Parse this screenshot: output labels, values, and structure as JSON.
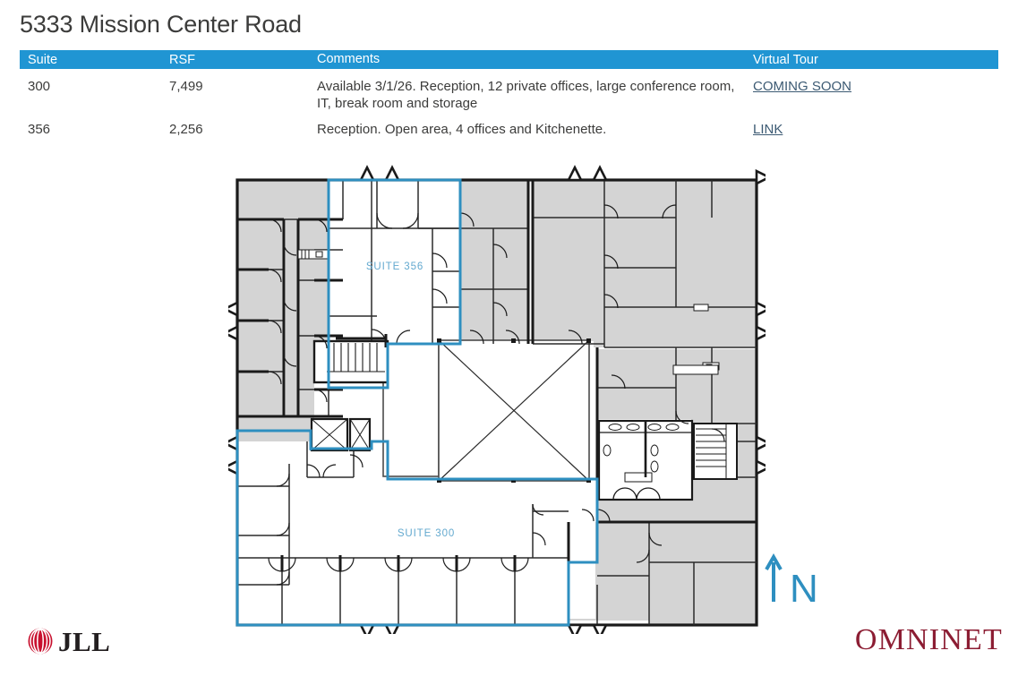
{
  "header": {
    "title": "5333 Mission Center Road"
  },
  "table": {
    "columns": [
      "Suite",
      "RSF",
      "Comments",
      "Virtual Tour"
    ],
    "header_bg": "#2095d3",
    "rows": [
      {
        "suite": "300",
        "rsf": "7,499",
        "comments": "Available 3/1/26. Reception, 12 private offices, large conference room, IT, break room and storage",
        "tour_label": "COMING SOON"
      },
      {
        "suite": "356",
        "rsf": "2,256",
        "comments": "Reception. Open area, 4 offices and Kitchenette.",
        "tour_label": "LINK"
      }
    ]
  },
  "floor_plan": {
    "suite_300_label": "SUITE 300",
    "suite_356_label": "SUITE 356",
    "highlight_color": "#2e8fc0",
    "label_color": "#63a9cf",
    "occupied_fill": "#d4d4d4",
    "wall_color": "#1a1a1a"
  },
  "north": {
    "label": "N",
    "color": "#2e8fc0"
  },
  "logos": {
    "jll": "JLL",
    "omninet": "OMNINET",
    "jll_color": "#c8102e",
    "omninet_color": "#8c1d33"
  }
}
